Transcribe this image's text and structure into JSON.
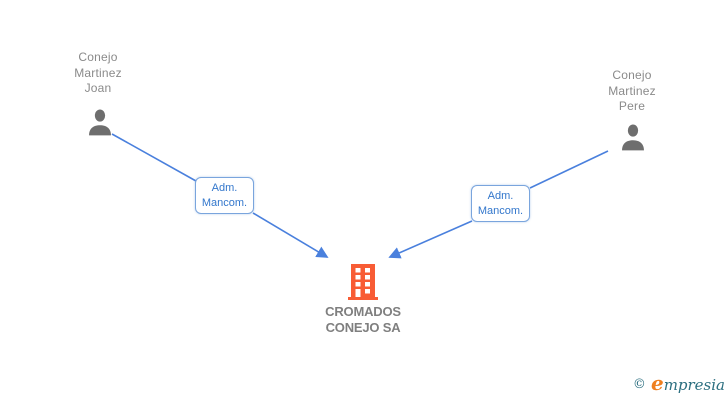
{
  "diagram": {
    "people": [
      {
        "name": "Conejo Martinez Joan",
        "name_lines": [
          "Conejo",
          "Martinez",
          "Joan"
        ],
        "icon": "person-icon"
      },
      {
        "name": "Conejo Martinez Pere",
        "name_lines": [
          "Conejo",
          "Martinez",
          "Pere"
        ],
        "icon": "person-icon"
      }
    ],
    "company": {
      "name": "CROMADOS CONEJO SA",
      "name_lines": [
        "CROMADOS",
        "CONEJO SA"
      ],
      "icon": "building-icon"
    },
    "relationships": [
      {
        "from": "Conejo Martinez Joan",
        "to": "CROMADOS CONEJO SA",
        "label_lines": [
          "Adm.",
          "Mancom."
        ]
      },
      {
        "from": "Conejo Martinez Pere",
        "to": "CROMADOS CONEJO SA",
        "label_lines": [
          "Adm.",
          "Mancom."
        ]
      }
    ],
    "colors": {
      "edge_blue": "#4a80dd",
      "label_border_blue": "#7aa5dd",
      "label_text_blue": "#3377cc",
      "person_icon_gray": "#6e6e6e",
      "person_name_gray": "#8a8a8a",
      "company_name_gray": "#7f7f7f",
      "building_orange": "#f85c35"
    }
  },
  "footer": {
    "brand_name": "Empresia",
    "copyright_symbol": "©",
    "brand_initial": "e",
    "brand_rest": "mpresia",
    "colors": {
      "brand_teal": "#2c6f80",
      "brand_orange": "#ef7f1f"
    }
  }
}
